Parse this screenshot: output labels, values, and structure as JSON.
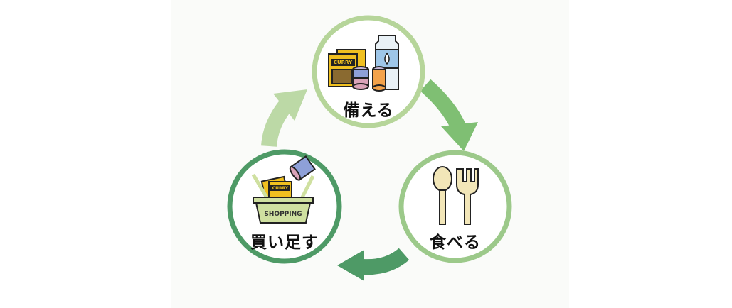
{
  "colors": {
    "arrow_top_right": "#7fbf73",
    "arrow_bottom": "#4e9a66",
    "arrow_left": "#bcd9a6",
    "ring_prepare": "#b6d59a",
    "ring_eat": "#9cc98a",
    "ring_buy": "#4e9a66",
    "label_text": "#111111",
    "curry_box": "#f0c020",
    "basket": "#cfe0a0"
  },
  "cycle": {
    "prepare": {
      "label": "備える",
      "icon": "stockpile-food-icon",
      "box_text": "CURRY"
    },
    "eat": {
      "label": "食べる",
      "icon": "spoon-fork-icon"
    },
    "buy": {
      "label": "買い足す",
      "icon": "shopping-basket-icon",
      "basket_text": "SHOPPING",
      "box_text": "CURRY"
    }
  }
}
